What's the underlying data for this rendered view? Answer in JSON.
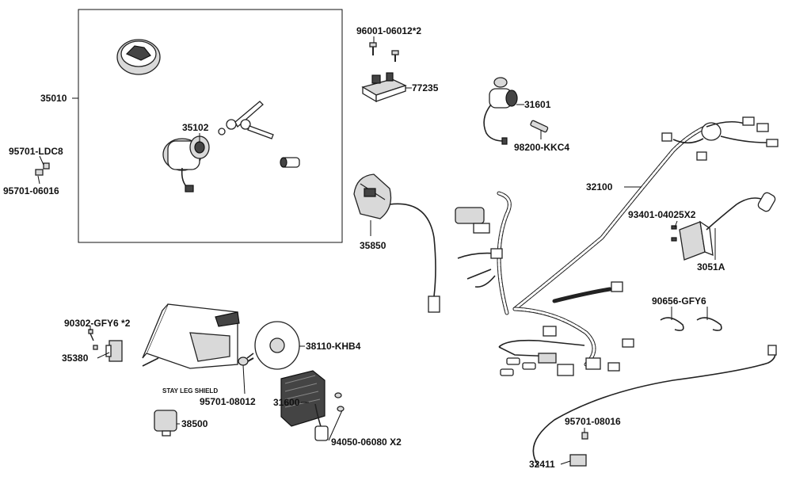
{
  "labels": {
    "p35010": "35010",
    "p35102": "35102",
    "p95701ldc8": "95701-LDC8",
    "p9570106016": "95701-06016",
    "p9600106012": "96001-06012*2",
    "p77235": "77235",
    "p31601": "31601",
    "p98200": "98200-KKC4",
    "p32100": "32100",
    "p93401": "93401-04025X2",
    "p3051a": "3051A",
    "p35850": "35850",
    "p90656": "90656-GFY6",
    "p90302": "90302-GFY6 *2",
    "p35380": "35380",
    "p38110": "38110-KHB4",
    "stay": "STAY LEG SHIELD",
    "p9570108012": "95701-08012",
    "p31600": "31600",
    "p94050": "94050-06080 X2",
    "p38500": "38500",
    "p9570108016": "95701-08016",
    "p32411": "32411"
  }
}
